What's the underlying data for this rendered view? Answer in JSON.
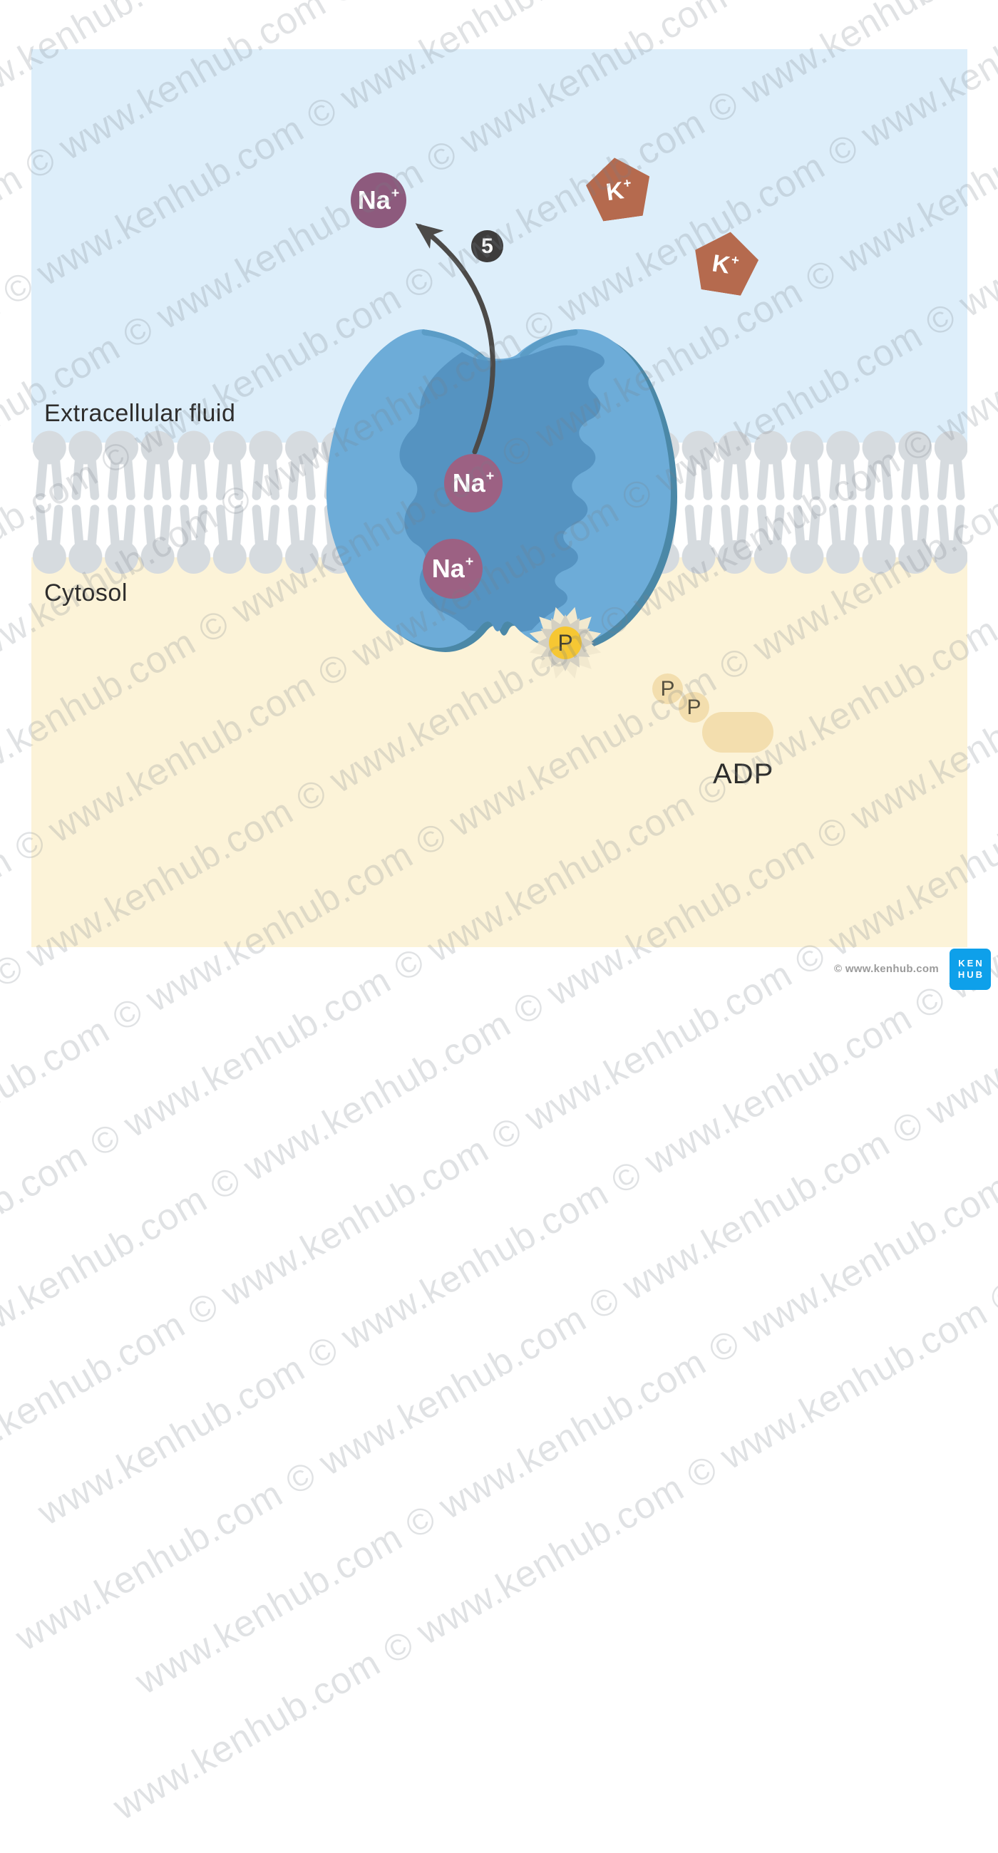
{
  "regions": {
    "extracellular": "Extracellular fluid",
    "cytosol": "Cytosol"
  },
  "step_badge": "5",
  "ions": {
    "sodium_released": {
      "symbol": "Na",
      "charge": "+"
    },
    "sodium_upper": {
      "symbol": "Na",
      "charge": "+"
    },
    "sodium_lower": {
      "symbol": "Na",
      "charge": "+"
    },
    "potassium_1": {
      "symbol": "K",
      "charge": "+"
    },
    "potassium_2": {
      "symbol": "K",
      "charge": "+"
    }
  },
  "phosphate": {
    "symbol": "P"
  },
  "adp": {
    "phosphate_1": "P",
    "phosphate_2": "P",
    "label": "ADP"
  },
  "watermark": {
    "text": "www.kenhub.com © "
  },
  "footer": {
    "copyright": "© www.kenhub.com",
    "logo": {
      "line1": "KEN",
      "line2": "HUB"
    }
  },
  "colors": {
    "extracellular_blue": "#ddeefa",
    "cytosol_yellow": "#fcf3d8",
    "membrane_gray": "#d6dbdf",
    "pump_body_blue": "#6dacd8",
    "pump_rim_blue": "#4b88a7",
    "pump_channel_blue": "#5593c1",
    "sodium_purple": "#935d80",
    "potassium_terracotta": "#b56a4e",
    "phosphate_yellow": "#f6c733",
    "adp_beige": "#f3deae",
    "starburst_gray": "#d4d0c2",
    "starburst_glow": "#f2e9cf",
    "step_badge_dark": "#3d3c3c",
    "arrow_dark": "#4c4a48",
    "kenhub_blue": "#0ea0ea",
    "label_dark": "#2e2d2c"
  }
}
